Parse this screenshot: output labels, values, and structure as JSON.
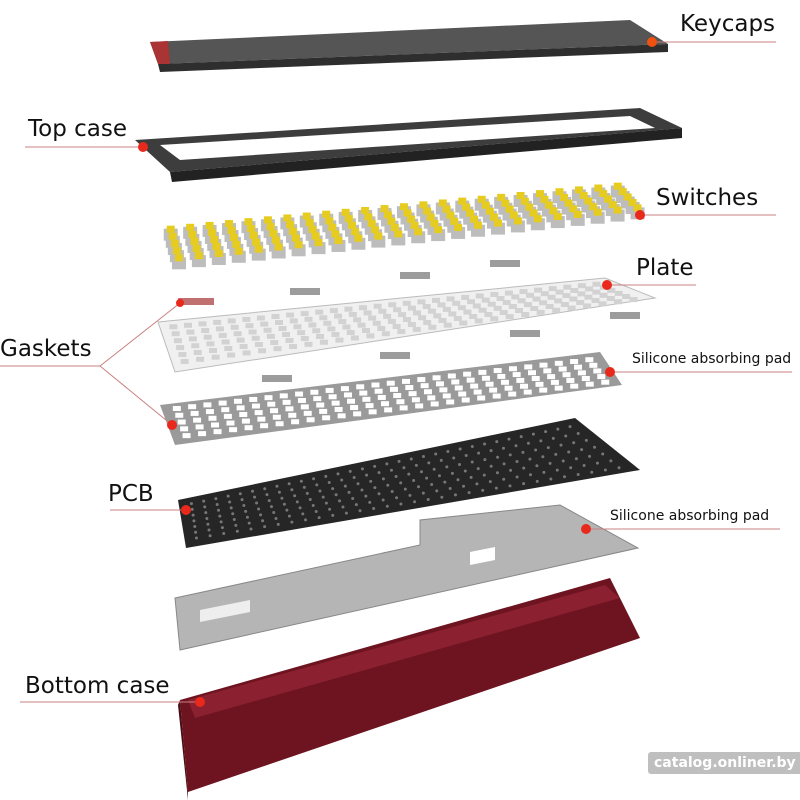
{
  "labels": {
    "keycaps": "Keycaps",
    "top_case": "Top case",
    "switches": "Switches",
    "plate": "Plate",
    "gaskets": "Gaskets",
    "silicone_pad_1": "Silicone absorbing pad",
    "pcb": "PCB",
    "silicone_pad_2": "Silicone absorbing pad",
    "bottom_case": "Bottom case"
  },
  "watermark": "catalog.onliner.by",
  "colors": {
    "marker": "#e8291c",
    "leader_line": "#c98080",
    "keycaps": "#4a4a4a",
    "top_case": "#3a3a3a",
    "switch_stem": "#e6cc1e",
    "plate": "#f2f2f2",
    "pad": "#9a9a9a",
    "pcb": "#262626",
    "bottom_case": "#6e1420"
  }
}
